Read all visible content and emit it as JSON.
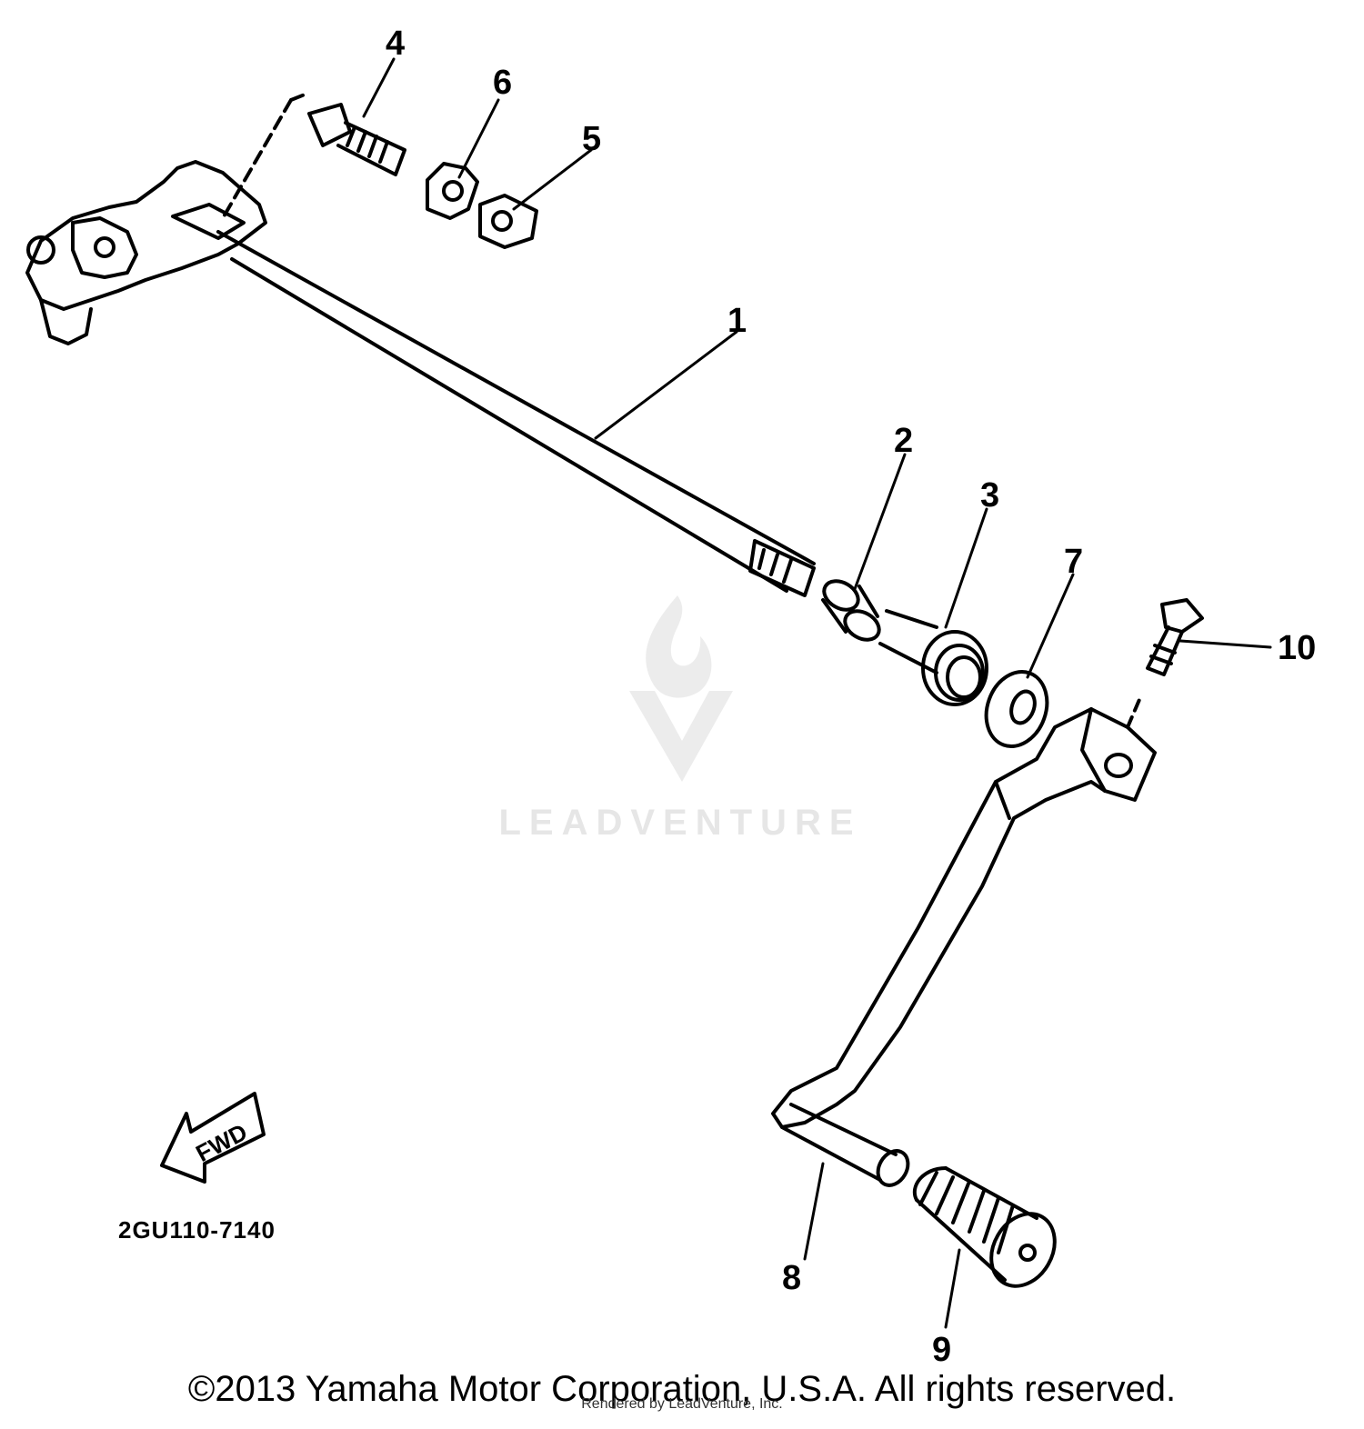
{
  "diagram": {
    "callouts": [
      "1",
      "2",
      "3",
      "4",
      "5",
      "6",
      "7",
      "8",
      "9",
      "10"
    ],
    "diagram_code": "2GU110-7140",
    "fwd_label": "FWD",
    "watermark": "LEADVENTURE"
  },
  "footer": {
    "copyright": "©2013 Yamaha Motor Corporation, U.S.A. All rights reserved.",
    "rendered_by": "Rendered by LeadVenture, Inc."
  }
}
